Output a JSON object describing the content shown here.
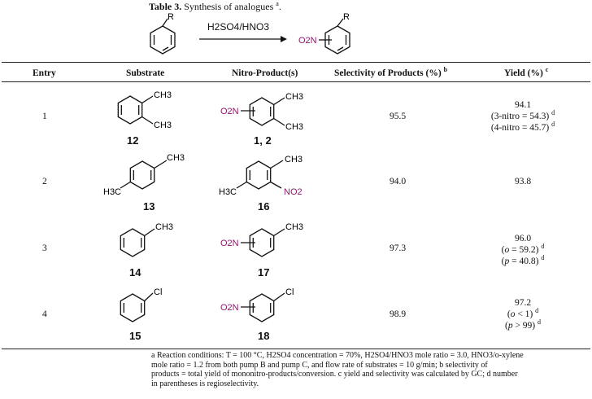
{
  "caption": {
    "label": "Table 3.",
    "text": "Synthesis of analogues",
    "mark": "a"
  },
  "scheme": {
    "reagent": "H2SO4/HNO3",
    "substituent": "R",
    "nitro_group": "O2N"
  },
  "headers": {
    "entry": "Entry",
    "substrate": "Substrate",
    "product": "Nitro-Product(s)",
    "selectivity": "Selectivity of Products (%)",
    "selectivity_mark": "b",
    "yield": "Yield (%)",
    "yield_mark": "c"
  },
  "rows": [
    {
      "entry": "1",
      "substrate_id": "12",
      "product_id": "1, 2",
      "selectivity": "95.5",
      "yield": "94.1",
      "yield_detail": [
        "(3-nitro = 54.3)",
        "(4-nitro = 45.7)"
      ],
      "detail_mark": "d"
    },
    {
      "entry": "2",
      "substrate_id": "13",
      "product_id": "16",
      "selectivity": "94.0",
      "yield": "93.8",
      "yield_detail": [],
      "detail_mark": ""
    },
    {
      "entry": "3",
      "substrate_id": "14",
      "product_id": "17",
      "selectivity": "97.3",
      "yield": "96.0",
      "yield_detail": [
        "(o = 59.2)",
        "(p = 40.8)"
      ],
      "detail_mark": "d"
    },
    {
      "entry": "4",
      "substrate_id": "15",
      "product_id": "18",
      "selectivity": "98.9",
      "yield": "97.2",
      "yield_detail": [
        "(o < 1)",
        "(p > 99)"
      ],
      "detail_mark": "d"
    }
  ],
  "atoms": {
    "ch3": "CH3",
    "h3c": "H3C",
    "cl": "Cl",
    "no2": "NO2",
    "o2n": "O2N"
  },
  "footnotes": {
    "line1": "a Reaction conditions: T = 100 °C, H2SO4 concentration = 70%, H2SO4/HNO3 mole ratio = 3.0, HNO3/o-xylene",
    "line2": "mole ratio = 1.2 from both pump B and pump C, and flow rate of substrates = 10 g/min; b selectivity of",
    "line3": "products = total yield of mononitro-products/conversion. c yield and selectivity was calculated by GC; d number",
    "line4": "in parentheses is regioselectivity."
  },
  "colors": {
    "nitro": "#8b1a6b",
    "text": "#111111",
    "rule": "#222222"
  }
}
